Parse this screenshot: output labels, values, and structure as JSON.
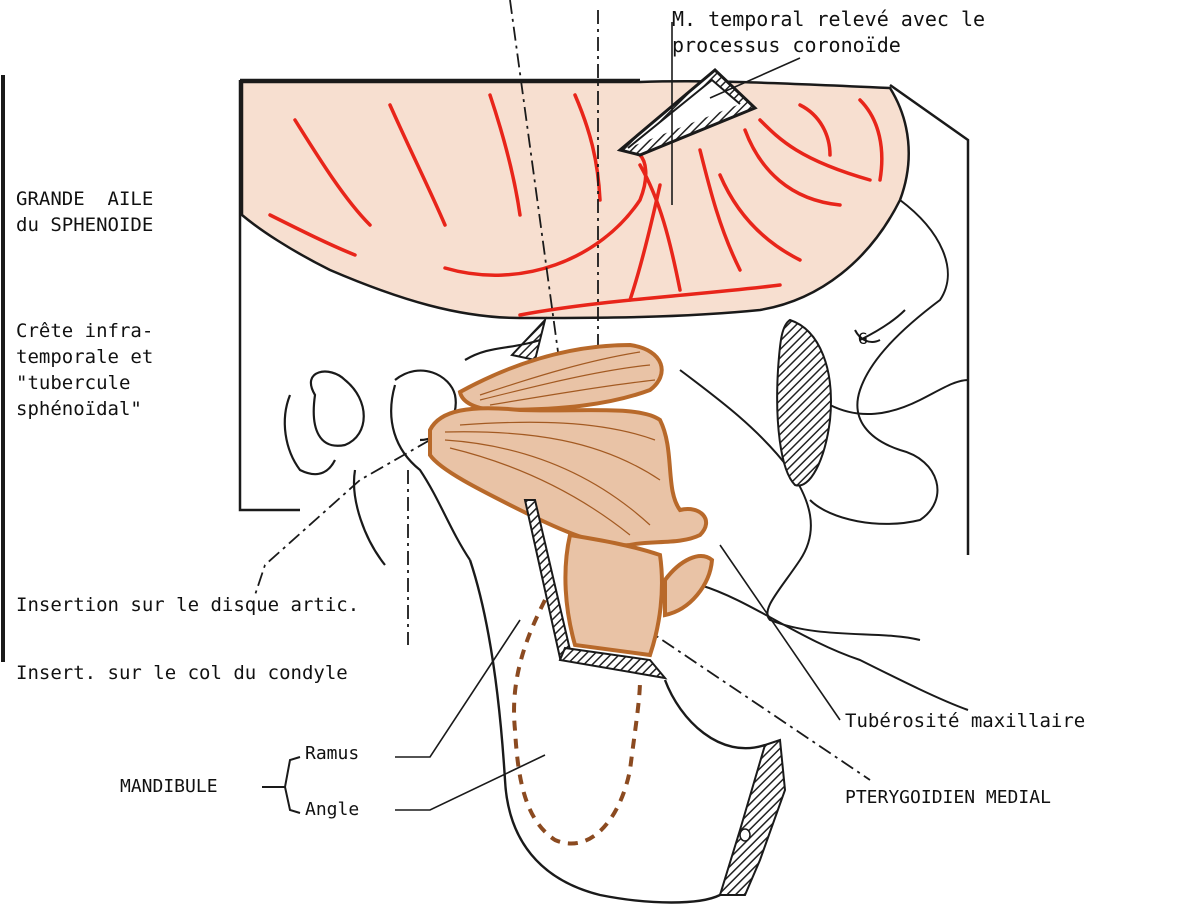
{
  "colors": {
    "ink": "#1a1a1a",
    "bone_fill": "#f7dfd0",
    "temporal_red": "#e8251a",
    "pterygoid_brown": "#b8692a",
    "muscle_fill": "#e9c3a6",
    "hatch": "#222222"
  },
  "labels": {
    "temporal_muscle": "M. temporal relevé avec le\nprocessus coronoïde",
    "grande_aile": "GRANDE  AILE\ndu SPHENOIDE",
    "crete": "Crête infra-\ntemporale et\n\"tubercule\nsphénoïdal\"",
    "insertion_disque": "Insertion sur le disque artic.",
    "insert_col": "Insert. sur le col du condyle",
    "mandibule": "MANDIBULE",
    "ramus": "Ramus",
    "angle": "Angle",
    "tuberosite": "Tubérosité maxillaire",
    "pterygoidien_medial": "PTERYGOIDIEN MEDIAL",
    "g_mark": "G"
  }
}
